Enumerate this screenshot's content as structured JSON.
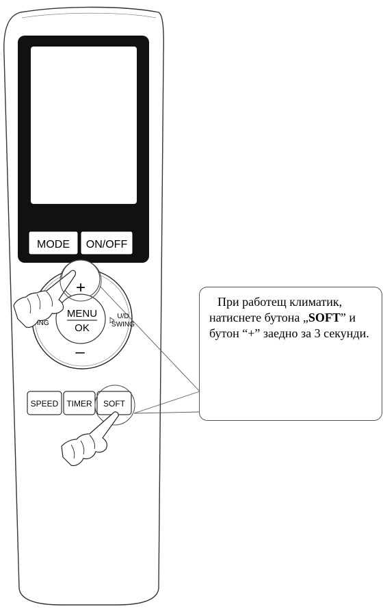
{
  "remote": {
    "buttons": {
      "mode": "MODE",
      "on_off": "ON/OFF",
      "plus": "+",
      "minus": "–",
      "menu": "MENU",
      "ok": "OK",
      "left_swing": "WING",
      "ud_swing_top": "U/D",
      "ud_swing_bottom": "SWING",
      "speed": "SPEED",
      "timer": "TIMER",
      "soft": "SOFT"
    }
  },
  "callout": {
    "text_before": "При работещ климатик, натиснете бутона „",
    "bold": "SOFT",
    "text_after": "” и бутон “+” заедно за 3 секунди."
  },
  "colors": {
    "display_frame": "#111111",
    "outline": "#333333"
  }
}
